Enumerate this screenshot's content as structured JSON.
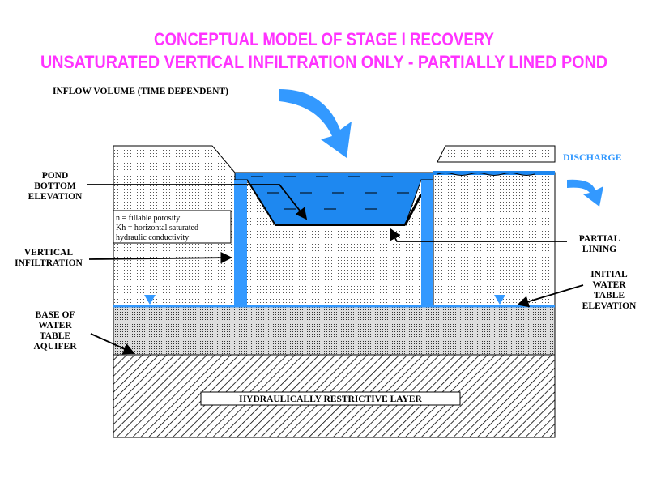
{
  "title": {
    "line1": "CONCEPTUAL MODEL OF STAGE I RECOVERY",
    "line2": "UNSATURATED VERTICAL INFILTRATION ONLY - PARTIALLY LINED POND"
  },
  "labels": {
    "inflow": "INFLOW VOLUME (TIME DEPENDENT)",
    "discharge": "DISCHARGE",
    "pond_bottom": [
      "POND",
      "BOTTOM",
      "ELEVATION"
    ],
    "vertical_infiltration": [
      "VERTICAL",
      "INFILTRATION"
    ],
    "base_aquifer": [
      "BASE OF",
      "WATER",
      "TABLE",
      "AQUIFER"
    ],
    "partial_lining": [
      "PARTIAL",
      "LINING"
    ],
    "initial_water_table": [
      "INITIAL",
      "WATER",
      "TABLE",
      "ELEVATION"
    ],
    "restrictive_layer": "HYDRAULICALLY RESTRICTIVE LAYER"
  },
  "legend": [
    "n = fillable porosity",
    "Kh = horizontal   saturated",
    "hydraulic conductivity"
  ],
  "colors": {
    "title": "#ff33ff",
    "water": "#3399ff",
    "pond": "#1e88f0"
  }
}
